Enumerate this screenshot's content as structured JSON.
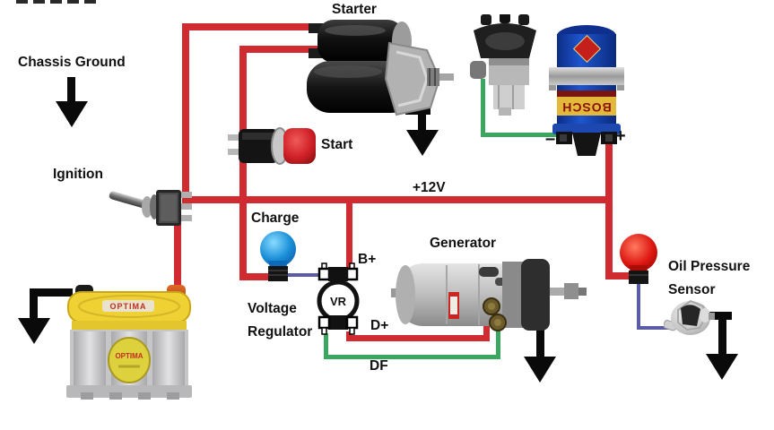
{
  "labels": {
    "chassis_ground": "Chassis Ground",
    "starter": "Starter",
    "start": "Start",
    "ignition": "Ignition",
    "plus_12v": "+12V",
    "charge": "Charge",
    "b_plus": "B+",
    "voltage": "Voltage",
    "regulator": "Regulator",
    "vr": "VR",
    "d_plus": "D+",
    "df": "DF",
    "generator": "Generator",
    "coil_minus": "–",
    "coil_plus": "+",
    "oil_pressure": "Oil Pressure",
    "sensor": "Sensor"
  },
  "brands": {
    "coil": "BOSCH",
    "battery": "OPTIMA"
  },
  "wire_colors": {
    "power": "#cf2b31",
    "field": "#3aa65f",
    "signal": "#5b5ba6",
    "ground": "#0a0a0a"
  }
}
